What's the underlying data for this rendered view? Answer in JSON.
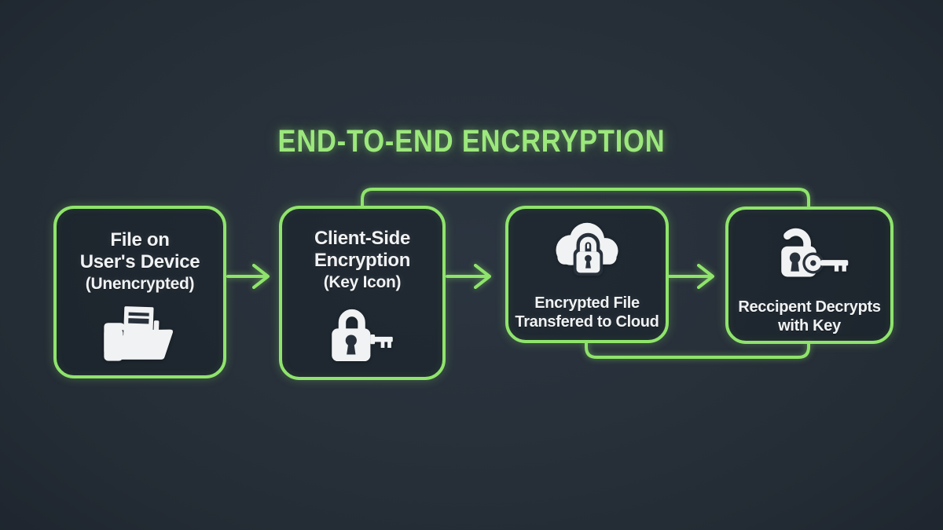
{
  "title": "END-TO-END ENCRRYPTION",
  "colors": {
    "accent_green": "#8fe46b",
    "title_green": "#9ce87c",
    "background_center": "#2b3540",
    "background_edge": "#1a212a",
    "icon_and_text_white": "#f0f2f3"
  },
  "flow": {
    "direction": "left-to-right",
    "arrow_count": 3,
    "top_connector": "from top of step 2 across to top of step 4",
    "bottom_connector": "from bottom of step 3 to bottom of step 4"
  },
  "boxes": [
    {
      "id": "file-on-device",
      "line1": "File on",
      "line2": "User's Device",
      "line3": "(Unencrypted)",
      "icon": "open-folder-document-icon"
    },
    {
      "id": "client-side-encryption",
      "line1": "Client-Side",
      "line2": "Encryption",
      "line3": "(Key Icon)",
      "icon": "padlock-key-icon"
    },
    {
      "id": "encrypted-file-cloud",
      "line1": "Encrypted File",
      "line2": "Transfered to Cloud",
      "icon": "cloud-padlock-icon"
    },
    {
      "id": "recipient-decrypts",
      "line1": "Reccipent Decrypts",
      "line2": "with Key",
      "icon": "open-padlock-key-icon"
    }
  ]
}
